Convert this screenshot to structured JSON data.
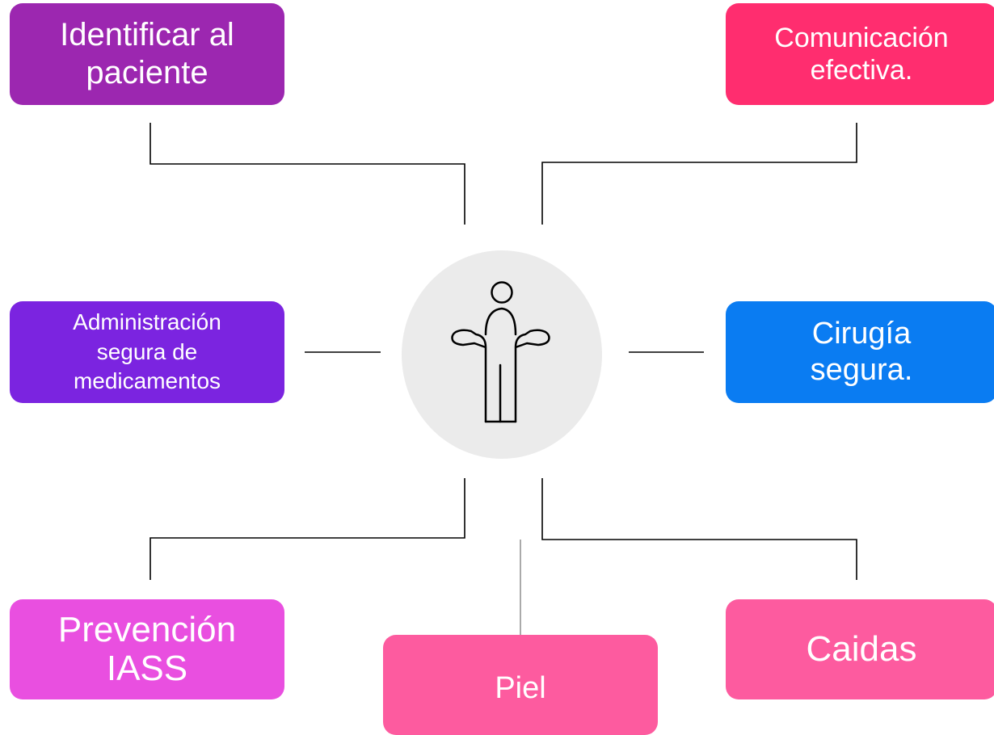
{
  "diagram": {
    "center": {
      "icon": "person-shrug-icon",
      "circle_color": "#ebebeb"
    },
    "nodes": {
      "identificar": {
        "lines": [
          "Identificar al",
          "paciente"
        ],
        "color": "#9c27b0"
      },
      "comunicacion": {
        "lines": [
          "Comunicación",
          "efectiva."
        ],
        "color": "#ff2d6f"
      },
      "administracion": {
        "lines": [
          "Administración",
          "segura de",
          "medicamentos"
        ],
        "color": "#7b24e0"
      },
      "cirugia": {
        "lines": [
          "Cirugía",
          "segura."
        ],
        "color": "#0a7cf2"
      },
      "prevencion": {
        "lines": [
          "Prevención",
          "IASS"
        ],
        "color": "#e94fe0"
      },
      "piel": {
        "lines": [
          "Piel"
        ],
        "color": "#fd5b9f"
      },
      "caidas": {
        "lines": [
          "Caidas"
        ],
        "color": "#fd5b9f"
      }
    }
  }
}
